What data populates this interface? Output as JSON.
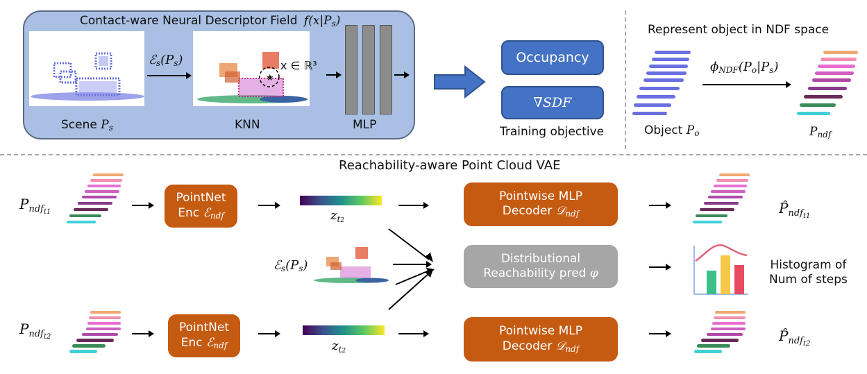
{
  "top": {
    "ndf_title": "Contact-ware Neural Descriptor Field",
    "ndf_title_math": "f(x|P_s)",
    "scene_label": "Scene",
    "scene_label_math": "P_s",
    "encoder_label": "ℰ_s(P_s)",
    "knn_label": "KNN",
    "query_point_label": "x ∈ ℝ³",
    "mlp_label": "MLP",
    "occupancy_label": "Occupancy",
    "sdf_label": "∇SDF",
    "training_objective_label": "Training objective",
    "represent_title": "Represent object in NDF space",
    "phi_label": "ϕ_NDF(P_o|P_s)",
    "object_label": "Object",
    "object_label_math": "P_o",
    "p_ndf_label": "P_ndf"
  },
  "bottom": {
    "vae_title": "Reachability-aware Point Cloud VAE",
    "row1": {
      "input_label": "P_ndf_t1",
      "encoder_line1": "PointNet",
      "encoder_line2": "Enc ℰ_ndf",
      "latent_label": "z_t2",
      "decoder_line1": "Pointwise MLP",
      "decoder_line2": "Decoder 𝒟_ndf",
      "output_label": "P̂_ndf_t1"
    },
    "middle": {
      "scene_encoder_label": "ℰ_s(P_s)",
      "pred_line1": "Distributional",
      "pred_line2": "Reachability pred φ",
      "histogram_line1": "Histogram of",
      "histogram_line2": "Num of steps"
    },
    "row2": {
      "input_label": "P_ndf_t2",
      "encoder_line1": "PointNet",
      "encoder_line2": "Enc ℰ_ndf",
      "latent_label": "z_t2",
      "decoder_line1": "Pointwise MLP",
      "decoder_line2": "Decoder 𝒟_ndf",
      "output_label": "P̂_ndf_t2"
    }
  },
  "colors": {
    "ndf_panel": "#a9bfe3",
    "blue_box": "#4472c4",
    "orange_box": "#c55a11",
    "gray_box": "#a6a6a6",
    "latent_gradient": [
      "#440154",
      "#3b528b",
      "#21918c",
      "#5ec962",
      "#fde725"
    ]
  }
}
